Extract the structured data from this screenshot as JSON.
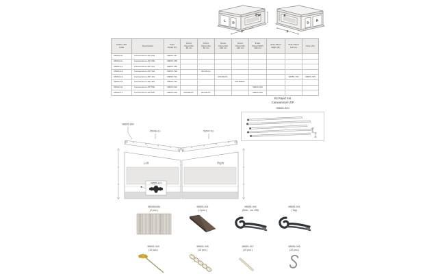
{
  "top_illustrations": {
    "left_figure": {
      "name": "awning-left-view",
      "labels": [
        "L",
        "D",
        "EW",
        "F"
      ]
    },
    "right_figure": {
      "name": "awning-right-view",
      "labels": [
        "E",
        "D",
        "R",
        "F"
      ]
    }
  },
  "table": {
    "headers": [
      {
        "l1": "CMore ZIP",
        "l2": "Code",
        "l3": ""
      },
      {
        "l1": "Description",
        "l2": "",
        "l3": ""
      },
      {
        "l1": "Front",
        "l2": "Panel (F)",
        "l3": ""
      },
      {
        "l1": "Front",
        "l2": "Panel (E)",
        "l3": "20 cm"
      },
      {
        "l1": "Front",
        "l2": "Panel (E)",
        "l3": "50 cm"
      },
      {
        "l1": "Front",
        "l2": "Panel (E)",
        "l3": "100 cm"
      },
      {
        "l1": "Front",
        "l2": "Panel (E)",
        "l3": "140 cm"
      },
      {
        "l1": "Front",
        "l2": "Panel (EW)",
        "l3": "190 cm"
      },
      {
        "l1": "Side Panel",
        "l2": "Right (R)",
        "l3": ""
      },
      {
        "l1": "Side Panel",
        "l2": "Left (L)",
        "l3": ""
      },
      {
        "l1": "Door (D)",
        "l2": "",
        "l3": ""
      }
    ],
    "rows": [
      {
        "code": "05260-10-",
        "desc": "Caravanstore ZIP 255",
        "f": "98655-787",
        "e20": "",
        "e50": "",
        "e100": "",
        "e140": "",
        "ew190": "",
        "r": "",
        "l": "",
        "d": ""
      },
      {
        "code": "05260-11-",
        "desc": "Caravanstore ZIP 280",
        "f": "98655-788",
        "e20": "",
        "e50": "",
        "e100": "",
        "e140": "",
        "ew190": "",
        "r": "",
        "l": "",
        "d": ""
      },
      {
        "code": "05260-12-",
        "desc": "Caravanstore ZIP 310",
        "f": "98655-789",
        "e20": "",
        "e50": "",
        "e100": "",
        "e140": "",
        "ew190": "",
        "r": "",
        "l": "",
        "d": ""
      },
      {
        "code": "05260-13-",
        "desc": "Caravanstore ZIP 360",
        "f": "98655-790",
        "e20": "",
        "e50": "06138-01-",
        "e100": "",
        "e140": "",
        "ew190": "",
        "r": "",
        "l": "",
        "d": ""
      },
      {
        "code": "05260-14-",
        "desc": "Caravanstore ZIP 410",
        "f": "98655-791",
        "e20": "",
        "e50": "",
        "e100": "06138A01-",
        "e140": "",
        "ew190": "",
        "r": "98655-794",
        "l": "98655-793",
        "d": "98655-795"
      },
      {
        "code": "05260-15-",
        "desc": "Caravanstore ZIP 440",
        "f": "98655-792",
        "e20": "",
        "e50": "",
        "e100": "",
        "e140": "06138B01-",
        "ew190": "",
        "r": "",
        "l": "",
        "d": ""
      },
      {
        "code": "05260-16-",
        "desc": "Caravanstore ZIP 500",
        "f": "98660-019",
        "e20": "",
        "e50": "",
        "e100": "",
        "e140": "",
        "ew190": "98660-020",
        "r": "",
        "l": "",
        "d": ""
      },
      {
        "code": "05260-17-",
        "desc": "Caravanstore ZIP 550",
        "f": "98660-019",
        "e20": "06138F01-",
        "e50": "06138-01-",
        "e100": "",
        "e140": "",
        "ew190": "98660-020",
        "r": "",
        "l": "",
        "d": ""
      }
    ],
    "selected_cell": {
      "row": 4,
      "column": "r",
      "value": "98655-794",
      "color": "#2f7fd0"
    }
  },
  "kit": {
    "title_line1": "Kit Rapid Set",
    "title_line2": "Caravanstore ZIP",
    "code": "98655-920"
  },
  "main_diagram": {
    "top_left_code": "98655-890",
    "rail_left_code": "05046-01-",
    "rail_right_code": "05047-01-",
    "panel_left_label": "Left",
    "panel_right_label": "Right",
    "callout_code": "98655-424"
  },
  "parts_row_1": [
    {
      "code": "98655A484",
      "qty": "(2 pcs.)",
      "icon": "fabric-swatch-icon"
    },
    {
      "code": "98655-631",
      "qty": "(4 pcs.)",
      "icon": "wedge-block-icon"
    },
    {
      "code": "98655-945",
      "qty": "(Side - cm 195)",
      "icon": "zipper-icon"
    },
    {
      "code": "98655-941",
      "qty": "(Top)",
      "icon": "zipper-icon"
    }
  ],
  "parts_row_2": [
    {
      "code": "98655-349",
      "qty": "(10 pcs.)",
      "icon": "tent-peg-icon"
    },
    {
      "code": "98655-348",
      "qty": "(10 pcs.)",
      "icon": "chain-strap-icon"
    },
    {
      "code": "98655-347",
      "qty": "(10 pcs.)",
      "icon": "tensioner-rod-icon"
    },
    {
      "code": "98655-006",
      "qty": "(20 pcs.)",
      "icon": "s-hook-icon"
    }
  ]
}
